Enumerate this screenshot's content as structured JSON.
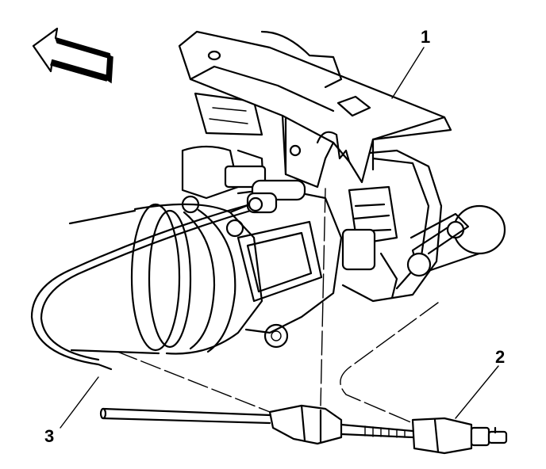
{
  "callouts": [
    {
      "id": "1",
      "label": "1"
    },
    {
      "id": "2",
      "label": "2"
    },
    {
      "id": "3",
      "label": "3"
    }
  ],
  "colors": {
    "ink": "#000000",
    "paper": "#ffffff"
  },
  "icons": {
    "direction": "arrow-left-icon"
  }
}
